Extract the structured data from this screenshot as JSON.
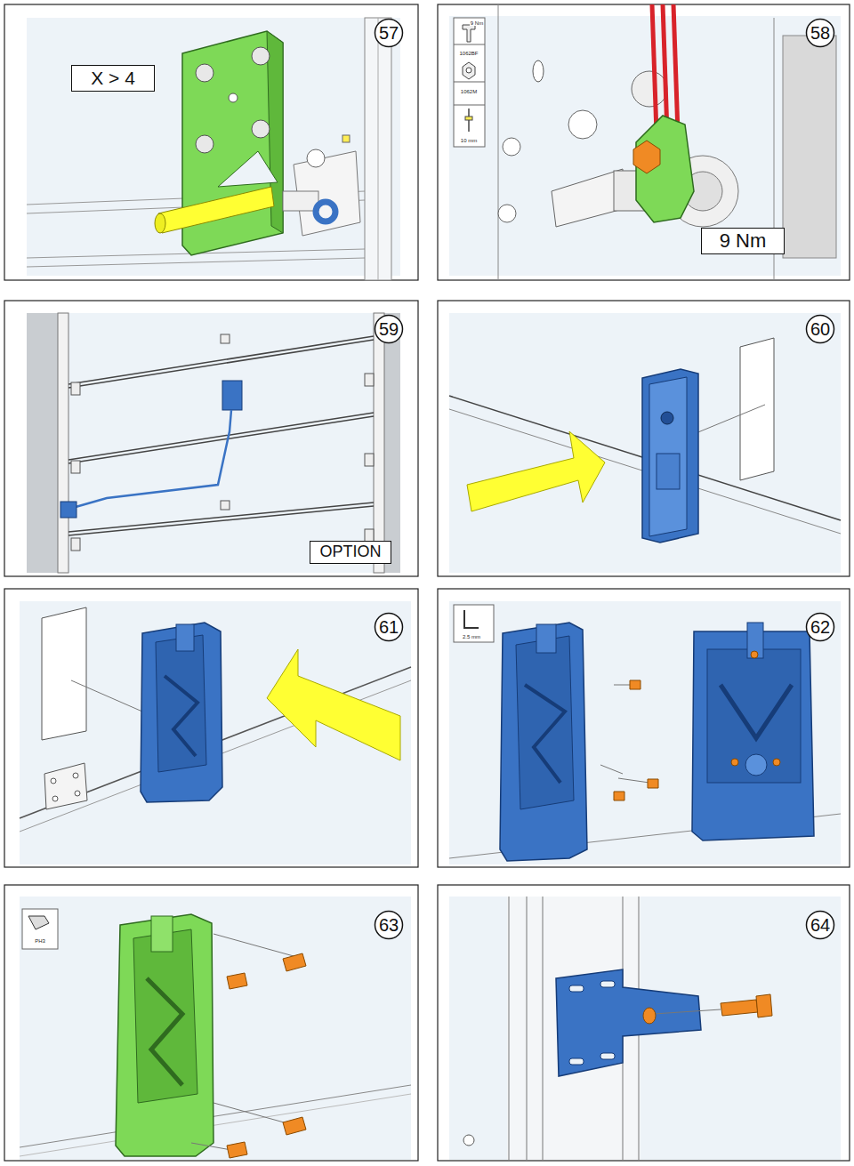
{
  "diagram": {
    "nodes": [
      {
        "text": [
          "57"
        ]
      },
      {
        "text": [
          "X > 4"
        ]
      },
      {
        "text": [
          "58"
        ]
      },
      {
        "text": [
          "9 Nm"
        ]
      },
      {
        "text": [
          "59"
        ]
      },
      {
        "text": [
          "OPTION"
        ]
      },
      {
        "text": [
          "60"
        ]
      },
      {
        "text": [
          "61"
        ]
      },
      {
        "text": [
          "62"
        ]
      },
      {
        "text": [
          "63"
        ]
      },
      {
        "text": [
          "64"
        ]
      }
    ],
    "labels": [
      "9 Nm",
      "1062BF",
      "1062M",
      "10 mm",
      "2.5 mm",
      "PH3"
    ]
  }
}
